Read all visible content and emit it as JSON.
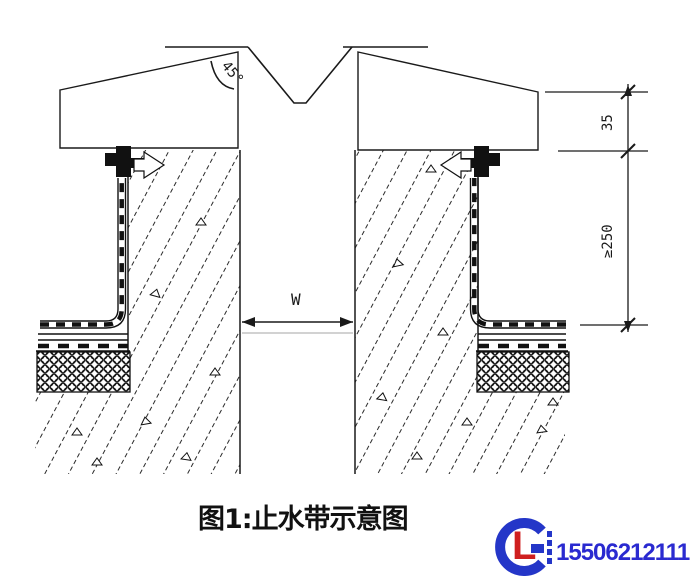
{
  "diagram": {
    "caption": "图1:止水带示意图",
    "width_label": "W",
    "angle_label": "45°",
    "dim_top": "35",
    "dim_side": "≥250"
  },
  "watermark": {
    "phone": "15506212111",
    "logo_letter": "L",
    "colors": {
      "logo_blue": "#2436c8",
      "digits_blue": "#2a2ad0",
      "logo_red": "#cf1f1f"
    }
  },
  "colors": {
    "line": "#1a1a1a",
    "background": "#ffffff"
  }
}
